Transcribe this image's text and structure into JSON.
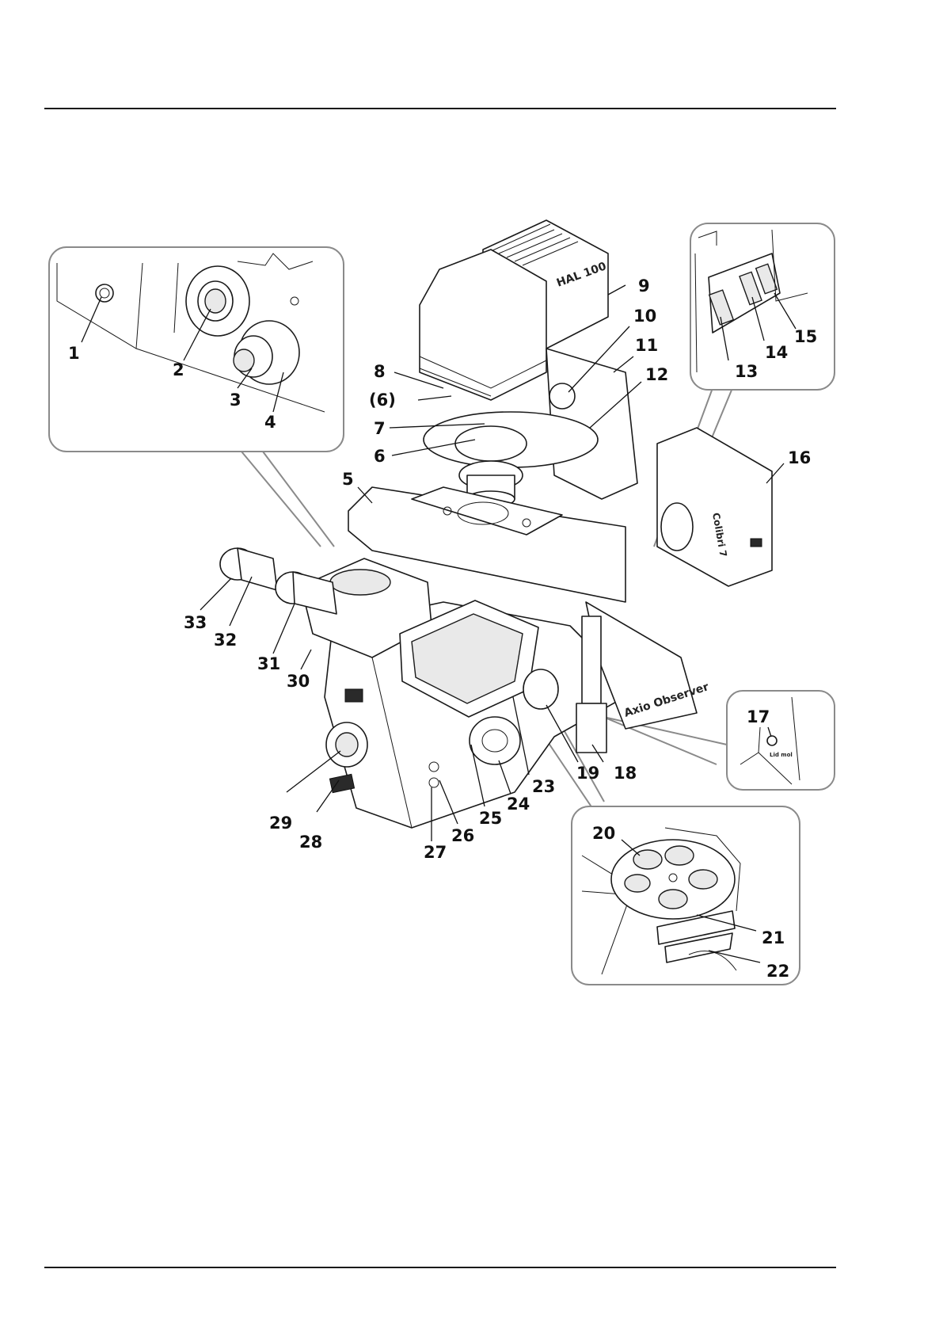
{
  "figure": {
    "device_name": "Axio Observer",
    "lamp_housing_label": "HAL 100",
    "camera_label": "Colibri 7",
    "port_label": "Lid mol"
  },
  "callouts": {
    "c1": "1",
    "c2": "2",
    "c3": "3",
    "c4": "4",
    "c5": "5",
    "c6": "6",
    "c6b": "(6)",
    "c7": "7",
    "c8": "8",
    "c9": "9",
    "c10": "10",
    "c11": "11",
    "c12": "12",
    "c13": "13",
    "c14": "14",
    "c15": "15",
    "c16": "16",
    "c17": "17",
    "c18": "18",
    "c19": "19",
    "c20": "20",
    "c21": "21",
    "c22": "22",
    "c23": "23",
    "c24": "24",
    "c25": "25",
    "c26": "26",
    "c27": "27",
    "c28": "28",
    "c29": "29",
    "c30": "30",
    "c31": "31",
    "c32": "32",
    "c33": "33"
  }
}
